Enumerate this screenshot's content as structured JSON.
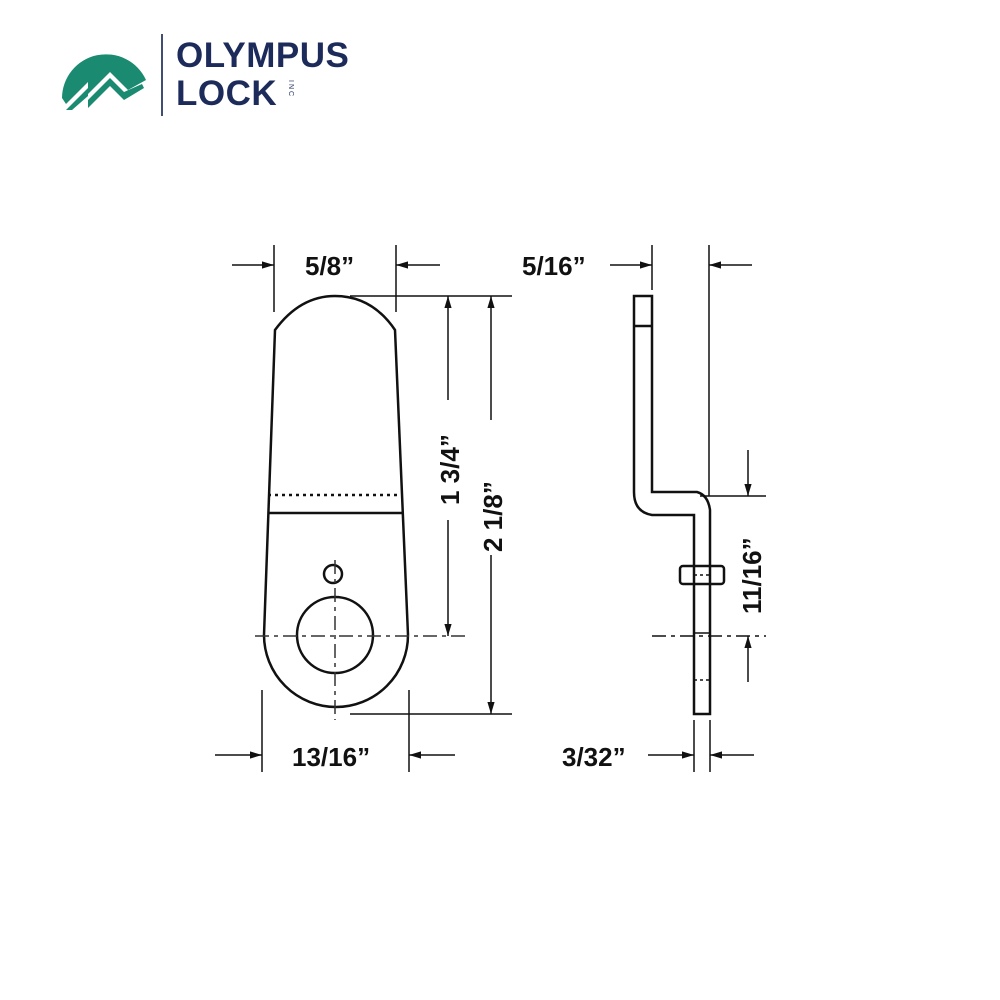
{
  "logo": {
    "line1": "OLYMPUS",
    "line2": "LOCK",
    "suffix": "INC",
    "icon": "mountain-logo-icon",
    "colors": {
      "mark": "#1a8a70",
      "text": "#1d2b5b"
    }
  },
  "drawing": {
    "front_view": {
      "top_width": "5/8”",
      "bottom_width": "13/16”",
      "hole_to_top": "1 3/4”",
      "overall_length": "2 1/8”"
    },
    "side_view": {
      "offset": "5/16”",
      "thickness": "3/32”",
      "bend_to_hole": "11/16”"
    },
    "line_color": "#111111"
  }
}
